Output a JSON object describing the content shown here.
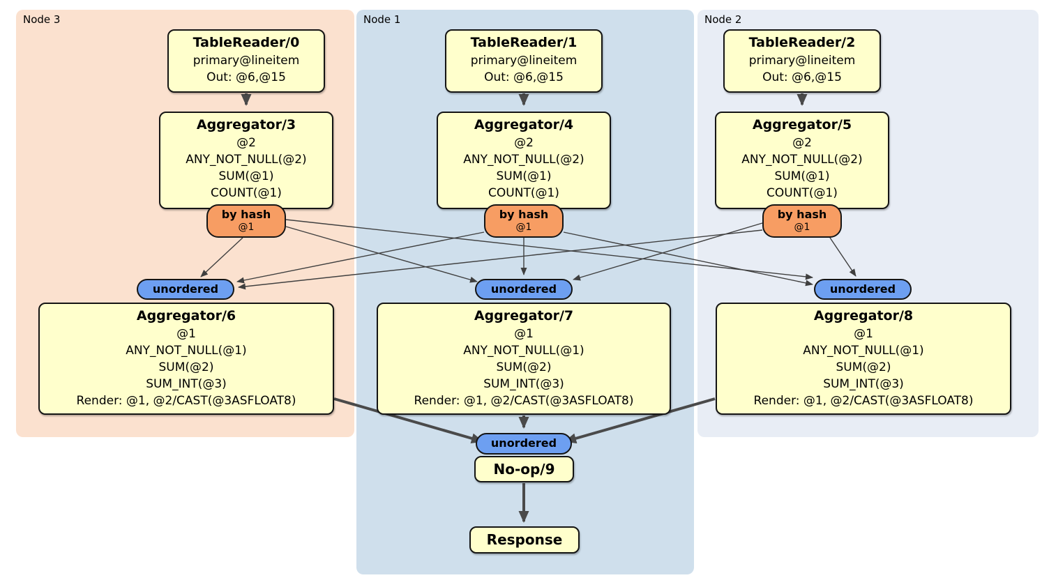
{
  "panels": [
    {
      "label": "Node 3",
      "bg": "#fbe1cf"
    },
    {
      "label": "Node 1",
      "bg": "#cfdfec"
    },
    {
      "label": "Node 2",
      "bg": "#e8edf5"
    }
  ],
  "processors": {
    "table_readers": [
      {
        "title": "TableReader/0",
        "rows": [
          "primary@lineitem",
          "Out: @6,@15"
        ]
      },
      {
        "title": "TableReader/1",
        "rows": [
          "primary@lineitem",
          "Out: @6,@15"
        ]
      },
      {
        "title": "TableReader/2",
        "rows": [
          "primary@lineitem",
          "Out: @6,@15"
        ]
      }
    ],
    "stage1_aggregators": [
      {
        "title": "Aggregator/3",
        "rows": [
          "@2",
          "ANY_NOT_NULL(@2)",
          "SUM(@1)",
          "COUNT(@1)"
        ]
      },
      {
        "title": "Aggregator/4",
        "rows": [
          "@2",
          "ANY_NOT_NULL(@2)",
          "SUM(@1)",
          "COUNT(@1)"
        ]
      },
      {
        "title": "Aggregator/5",
        "rows": [
          "@2",
          "ANY_NOT_NULL(@2)",
          "SUM(@1)",
          "COUNT(@1)"
        ]
      }
    ],
    "stage2_aggregators": [
      {
        "title": "Aggregator/6",
        "rows": [
          "@1",
          "ANY_NOT_NULL(@1)",
          "SUM(@2)",
          "SUM_INT(@3)",
          "Render: @1, @2/CAST(@3ASFLOAT8)"
        ]
      },
      {
        "title": "Aggregator/7",
        "rows": [
          "@1",
          "ANY_NOT_NULL(@1)",
          "SUM(@2)",
          "SUM_INT(@3)",
          "Render: @1, @2/CAST(@3ASFLOAT8)"
        ]
      },
      {
        "title": "Aggregator/8",
        "rows": [
          "@1",
          "ANY_NOT_NULL(@1)",
          "SUM(@2)",
          "SUM_INT(@3)",
          "Render: @1, @2/CAST(@3ASFLOAT8)"
        ]
      }
    ],
    "noop": {
      "title": "No-op/9"
    },
    "response": {
      "title": "Response"
    }
  },
  "routers": {
    "by_hash": {
      "label": "by hash",
      "detail": "@1"
    },
    "unordered": {
      "label": "unordered"
    }
  },
  "edges": [
    {
      "from": "TableReader/0",
      "to": "Aggregator/3",
      "kind": "local"
    },
    {
      "from": "TableReader/1",
      "to": "Aggregator/4",
      "kind": "local"
    },
    {
      "from": "TableReader/2",
      "to": "Aggregator/5",
      "kind": "local"
    },
    {
      "from": "Aggregator/3 by hash",
      "to": "Aggregator/6 unordered",
      "kind": "hash-route"
    },
    {
      "from": "Aggregator/3 by hash",
      "to": "Aggregator/7 unordered",
      "kind": "hash-route"
    },
    {
      "from": "Aggregator/3 by hash",
      "to": "Aggregator/8 unordered",
      "kind": "hash-route"
    },
    {
      "from": "Aggregator/4 by hash",
      "to": "Aggregator/6 unordered",
      "kind": "hash-route"
    },
    {
      "from": "Aggregator/4 by hash",
      "to": "Aggregator/7 unordered",
      "kind": "hash-route"
    },
    {
      "from": "Aggregator/4 by hash",
      "to": "Aggregator/8 unordered",
      "kind": "hash-route"
    },
    {
      "from": "Aggregator/5 by hash",
      "to": "Aggregator/6 unordered",
      "kind": "hash-route"
    },
    {
      "from": "Aggregator/5 by hash",
      "to": "Aggregator/7 unordered",
      "kind": "hash-route"
    },
    {
      "from": "Aggregator/5 by hash",
      "to": "Aggregator/8 unordered",
      "kind": "hash-route"
    },
    {
      "from": "Aggregator/6",
      "to": "No-op/9 unordered",
      "kind": "stream"
    },
    {
      "from": "Aggregator/7",
      "to": "No-op/9 unordered",
      "kind": "stream"
    },
    {
      "from": "Aggregator/8",
      "to": "No-op/9 unordered",
      "kind": "stream"
    },
    {
      "from": "No-op/9",
      "to": "Response",
      "kind": "stream"
    }
  ],
  "colors": {
    "node3_bg": "#fbe1cf",
    "node1_bg": "#cfdfec",
    "node2_bg": "#e8edf5",
    "processor_bg": "#ffffcc",
    "hash_router_bg": "#f79d63",
    "stream_router_bg": "#6d9ff1",
    "edge": "#454545"
  }
}
